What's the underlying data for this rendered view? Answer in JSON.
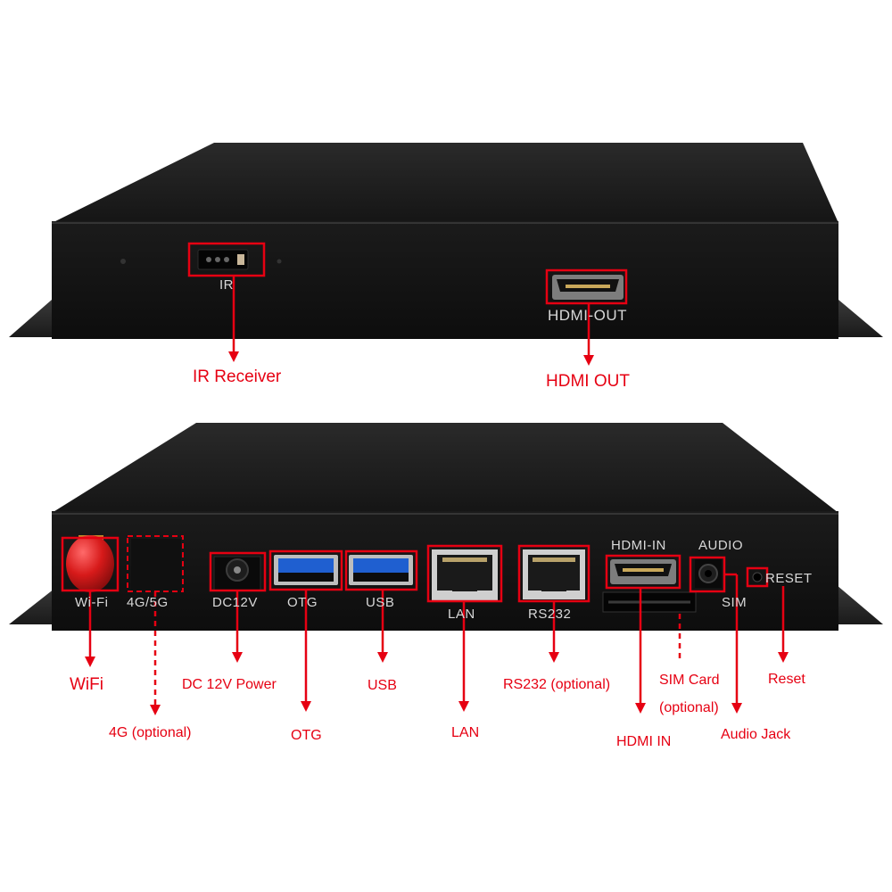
{
  "top_panel": {
    "silk_ir": "IR",
    "silk_hdmi_out": "HDMI-OUT"
  },
  "top_callouts": {
    "ir_receiver": "IR Receiver",
    "hdmi_out": "HDMI OUT"
  },
  "bottom_panel": {
    "silk_wifi": "Wi-Fi",
    "silk_4g5g": "4G/5G",
    "silk_dc12v": "DC12V",
    "silk_otg": "OTG",
    "silk_usb": "USB",
    "silk_lan": "LAN",
    "silk_rs232": "RS232",
    "silk_hdmi_in": "HDMI-IN",
    "silk_audio": "AUDIO",
    "silk_reset": "RESET",
    "silk_sim": "SIM"
  },
  "bottom_callouts": {
    "wifi": "WiFi",
    "g4_optional": "4G (optional)",
    "dc_power": "DC 12V Power",
    "otg": "OTG",
    "usb": "USB",
    "lan": "LAN",
    "rs232": "RS232 (optional)",
    "sim_card_line1": "SIM Card",
    "sim_card_line2": "(optional)",
    "hdmi_in": "HDMI IN",
    "audio_jack": "Audio Jack",
    "reset": "Reset"
  },
  "colors": {
    "callout_red": "#e60012",
    "chassis_black": "#111111",
    "usb_blue": "#1f5fd0",
    "antenna_red": "#d71a1a"
  }
}
